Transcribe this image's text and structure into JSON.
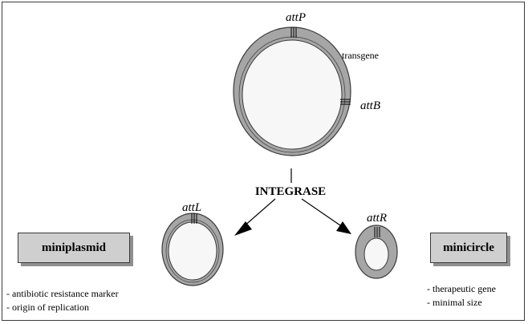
{
  "diagram": {
    "colors": {
      "ring": "#a6a6a6",
      "ring_outline": "#3a3a3a",
      "interior": "#f7f7f7",
      "box_fill": "#cfcfcf",
      "box_shadow": "#8f8f8f"
    },
    "plasmid": {
      "att_p": "attP",
      "transgene": "transgene",
      "att_b": "attB"
    },
    "reaction": {
      "integrase": "INTEGRASE"
    },
    "products": {
      "att_l": "attL",
      "att_r": "attR"
    },
    "miniplasmid": {
      "title": "miniplasmid",
      "notes": [
        "-  antibiotic resistance marker",
        "- origin of replication"
      ]
    },
    "minicircle": {
      "title": "minicircle",
      "notes": [
        "- therapeutic gene",
        "- minimal size"
      ]
    }
  }
}
